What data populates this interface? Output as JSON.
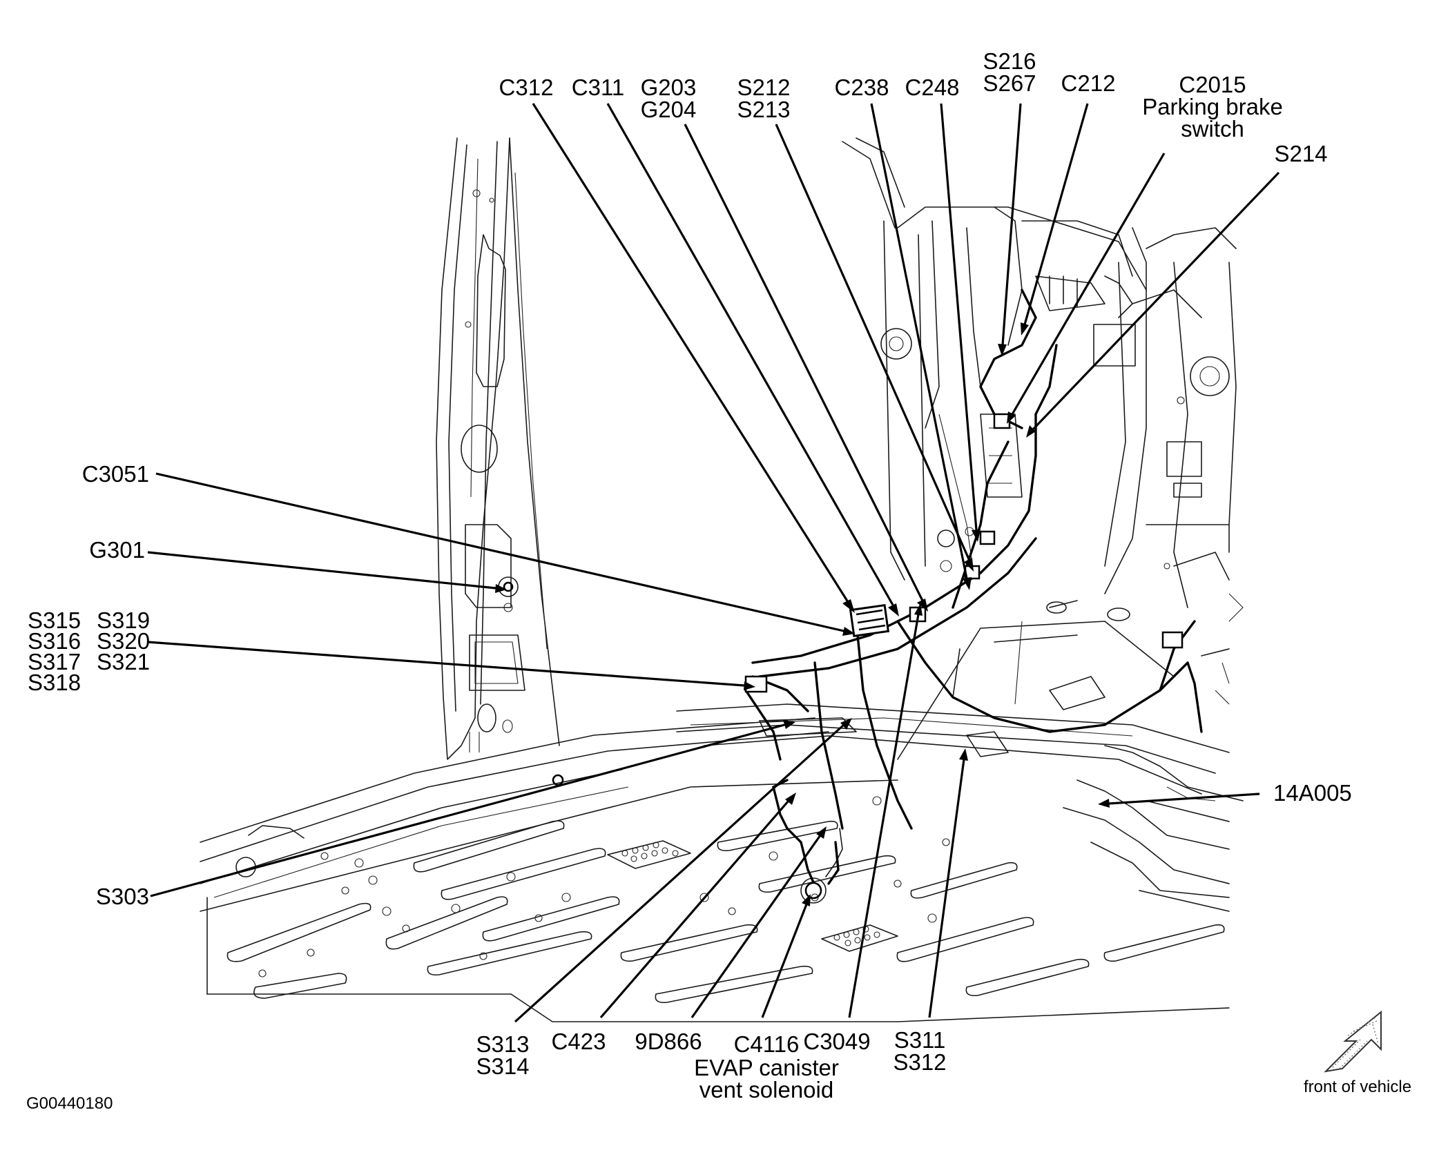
{
  "figure_id": "G00440180",
  "orientation_label": "front of vehicle",
  "callouts": {
    "c312": [
      "C312"
    ],
    "c311": [
      "C311"
    ],
    "g203_g204": [
      "G203",
      "G204"
    ],
    "s212_s213": [
      "S212",
      "S213"
    ],
    "c238": [
      "C238"
    ],
    "c248": [
      "C248"
    ],
    "s216_s267": [
      "S216",
      "S267"
    ],
    "c212": [
      "C212"
    ],
    "c2015": [
      "C2015",
      "Parking brake",
      "switch"
    ],
    "s214": [
      "S214"
    ],
    "c3051": [
      "C3051"
    ],
    "g301": [
      "G301"
    ],
    "s315_group": [
      "S315",
      "S316",
      "S317",
      "S318"
    ],
    "s319_group": [
      "S319",
      "S320",
      "S321"
    ],
    "s303": [
      "S303"
    ],
    "s14a005": [
      "14A005"
    ],
    "s313_s314": [
      "S313",
      "S314"
    ],
    "c423": [
      "C423"
    ],
    "n9d866": [
      "9D866"
    ],
    "c4116": [
      "C4116",
      "EVAP canister",
      "vent solenoid"
    ],
    "c3049": [
      "C3049"
    ],
    "s311_s312": [
      "S311",
      "S312"
    ]
  }
}
